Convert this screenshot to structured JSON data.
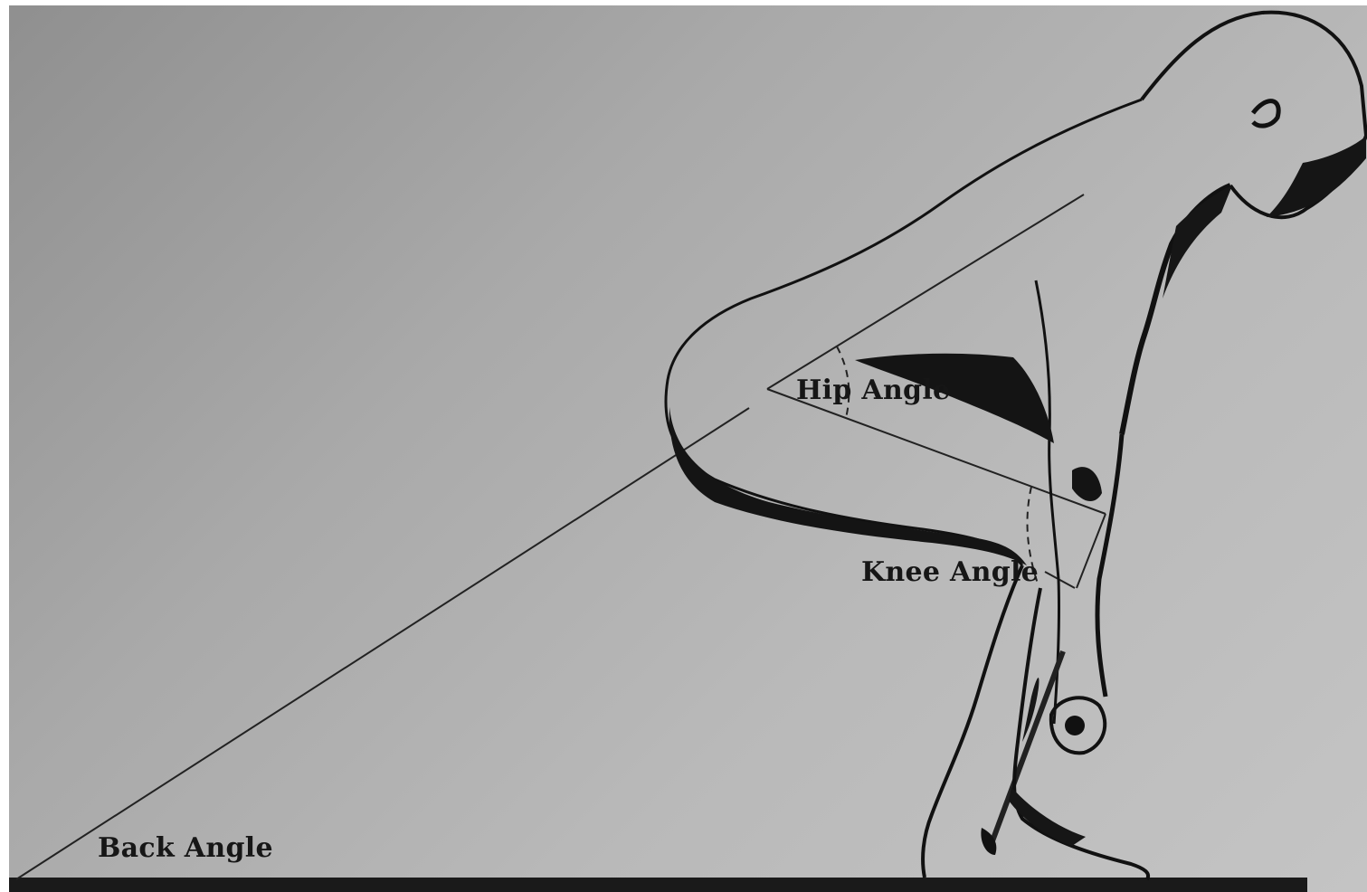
{
  "diagram": {
    "labels": {
      "back_angle": "Back Angle",
      "hip_angle": "Hip Angle",
      "knee_angle": "Knee Angle"
    },
    "colors": {
      "background_dark": "#8f8f8f",
      "background_light": "#c4c4c4",
      "ink": "#161616",
      "ground": "#1a1a1a"
    },
    "icons": [
      "lifter-figure",
      "barbell"
    ]
  }
}
